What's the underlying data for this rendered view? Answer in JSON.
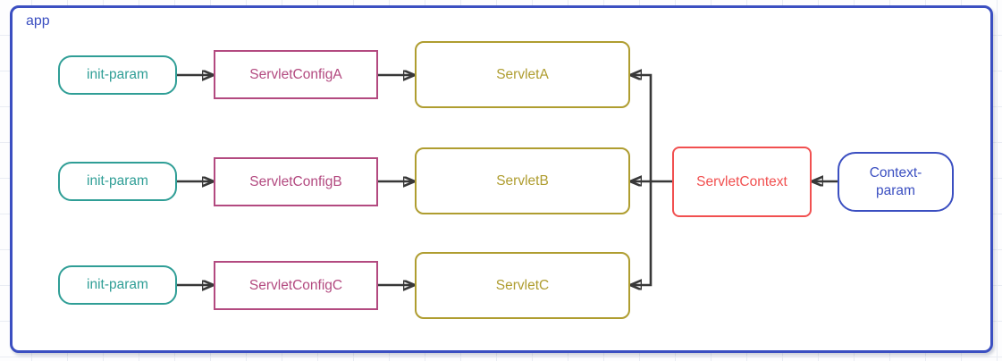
{
  "palette": {
    "blue": "#3b4fc1",
    "teal": "#2f9e96",
    "magenta": "#b34a80",
    "olive": "#af9d30",
    "red": "#f15050",
    "edge": "#383838",
    "grid": "#e9ecf3",
    "node_fill": "#ffffff"
  },
  "container": {
    "label": "app"
  },
  "nodes": {
    "init_param_a": "init-param",
    "config_a": "ServletConfigA",
    "servlet_a": "ServletA",
    "init_param_b": "init-param",
    "config_b": "ServletConfigB",
    "servlet_b": "ServletB",
    "init_param_c": "init-param",
    "config_c": "ServletConfigC",
    "servlet_c": "ServletC",
    "servlet_context": "ServletContext",
    "context_param": "Context-param"
  },
  "edges": [
    {
      "from": "init-param",
      "to": "ServletConfigA"
    },
    {
      "from": "ServletConfigA",
      "to": "ServletA"
    },
    {
      "from": "init-param",
      "to": "ServletConfigB"
    },
    {
      "from": "ServletConfigB",
      "to": "ServletB"
    },
    {
      "from": "init-param",
      "to": "ServletConfigC"
    },
    {
      "from": "ServletConfigC",
      "to": "ServletC"
    },
    {
      "from": "ServletContext",
      "to": "ServletA"
    },
    {
      "from": "ServletContext",
      "to": "ServletB"
    },
    {
      "from": "ServletContext",
      "to": "ServletC"
    },
    {
      "from": "Context-param",
      "to": "ServletContext"
    }
  ]
}
